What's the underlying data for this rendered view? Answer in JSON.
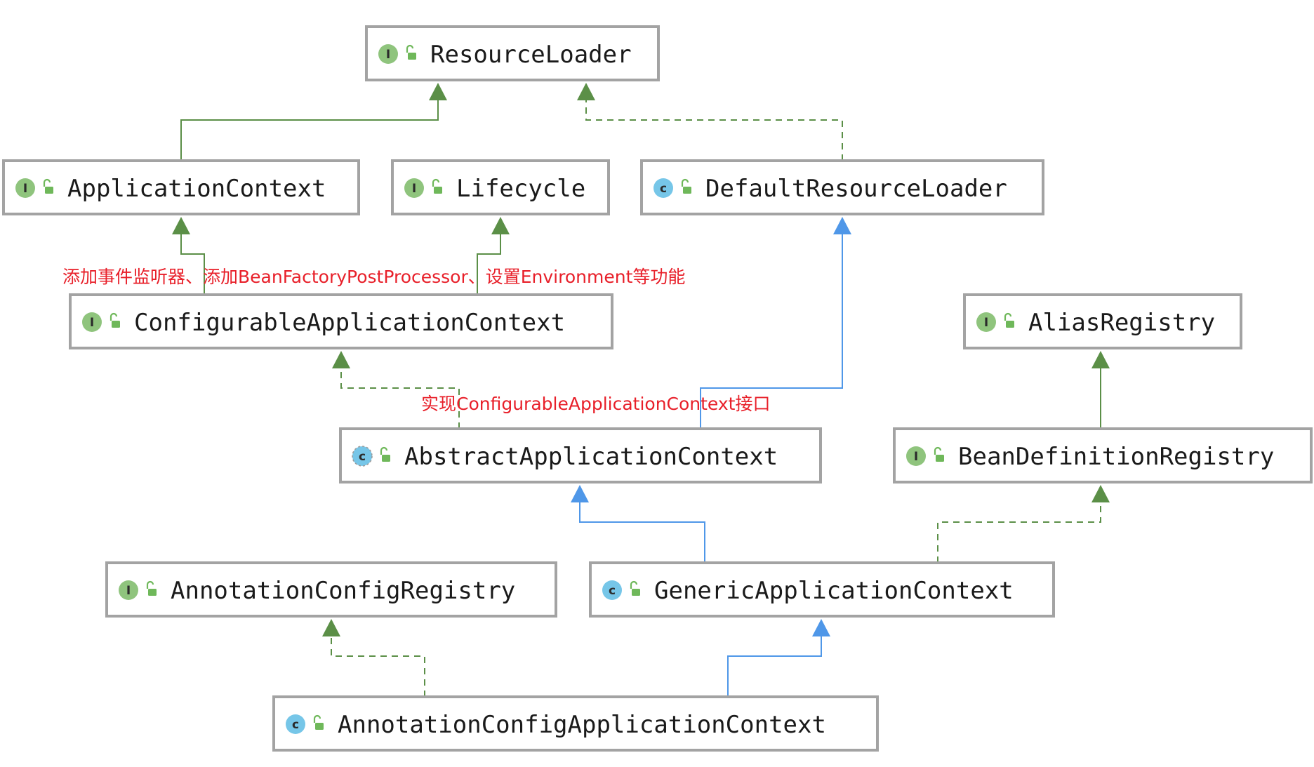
{
  "colors": {
    "interface_badge": "#8fc47d",
    "class_badge": "#76c6e8",
    "node_border": "#a3a3a3",
    "extends_edge": "#5b8f47",
    "implements_edge": "#5b8f47",
    "class_extends_edge": "#4f97e8",
    "annotation_text": "#e8202a",
    "lock_icon": "#6fb85a"
  },
  "nodes": [
    {
      "id": "resource-loader",
      "label": "ResourceLoader",
      "kind": "I"
    },
    {
      "id": "application-context",
      "label": "ApplicationContext",
      "kind": "I"
    },
    {
      "id": "lifecycle",
      "label": "Lifecycle",
      "kind": "I"
    },
    {
      "id": "default-resource-loader",
      "label": "DefaultResourceLoader",
      "kind": "C"
    },
    {
      "id": "configurable-application-context",
      "label": "ConfigurableApplicationContext",
      "kind": "I"
    },
    {
      "id": "alias-registry",
      "label": "AliasRegistry",
      "kind": "I"
    },
    {
      "id": "abstract-application-context",
      "label": "AbstractApplicationContext",
      "kind": "C",
      "abstract": true
    },
    {
      "id": "bean-definition-registry",
      "label": "BeanDefinitionRegistry",
      "kind": "I"
    },
    {
      "id": "annotation-config-registry",
      "label": "AnnotationConfigRegistry",
      "kind": "I"
    },
    {
      "id": "generic-application-context",
      "label": "GenericApplicationContext",
      "kind": "C"
    },
    {
      "id": "annotation-config-application-context",
      "label": "AnnotationConfigApplicationContext",
      "kind": "C"
    }
  ],
  "edges": [
    {
      "from": "application-context",
      "to": "resource-loader",
      "style": "extends"
    },
    {
      "from": "default-resource-loader",
      "to": "resource-loader",
      "style": "implements"
    },
    {
      "from": "configurable-application-context",
      "to": "application-context",
      "style": "extends"
    },
    {
      "from": "configurable-application-context",
      "to": "lifecycle",
      "style": "extends"
    },
    {
      "from": "abstract-application-context",
      "to": "configurable-application-context",
      "style": "implements"
    },
    {
      "from": "abstract-application-context",
      "to": "default-resource-loader",
      "style": "class-extends"
    },
    {
      "from": "bean-definition-registry",
      "to": "alias-registry",
      "style": "extends"
    },
    {
      "from": "generic-application-context",
      "to": "abstract-application-context",
      "style": "class-extends"
    },
    {
      "from": "generic-application-context",
      "to": "bean-definition-registry",
      "style": "implements"
    },
    {
      "from": "annotation-config-application-context",
      "to": "annotation-config-registry",
      "style": "implements"
    },
    {
      "from": "annotation-config-application-context",
      "to": "generic-application-context",
      "style": "class-extends"
    }
  ],
  "annotations": [
    {
      "id": "annotation-configurable",
      "text": "添加事件监听器、添加BeanFactoryPostProcessor、设置Environment等功能"
    },
    {
      "id": "annotation-abstract",
      "text": "实现ConfigurableApplicationContext接口"
    }
  ],
  "icons": {
    "badge": "kind-badge-icon",
    "visibility": "unlocked-padlock-icon"
  }
}
